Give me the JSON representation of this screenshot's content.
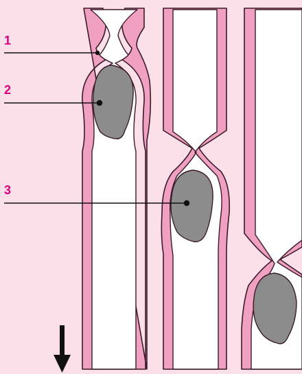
{
  "diagram": {
    "labels": [
      {
        "id": "1",
        "text": "1"
      },
      {
        "id": "2",
        "text": "2"
      },
      {
        "id": "3",
        "text": "3"
      }
    ],
    "colors": {
      "background": "#fbdfe9",
      "tube_wall": "#f0a0c0",
      "tube_outline": "#3a1a28",
      "lumen": "#ffffff",
      "bolus": "#8c8c8c",
      "label_text": "#e0007a",
      "lines": "#111111"
    },
    "direction_indicator": "down-arrow-icon"
  }
}
